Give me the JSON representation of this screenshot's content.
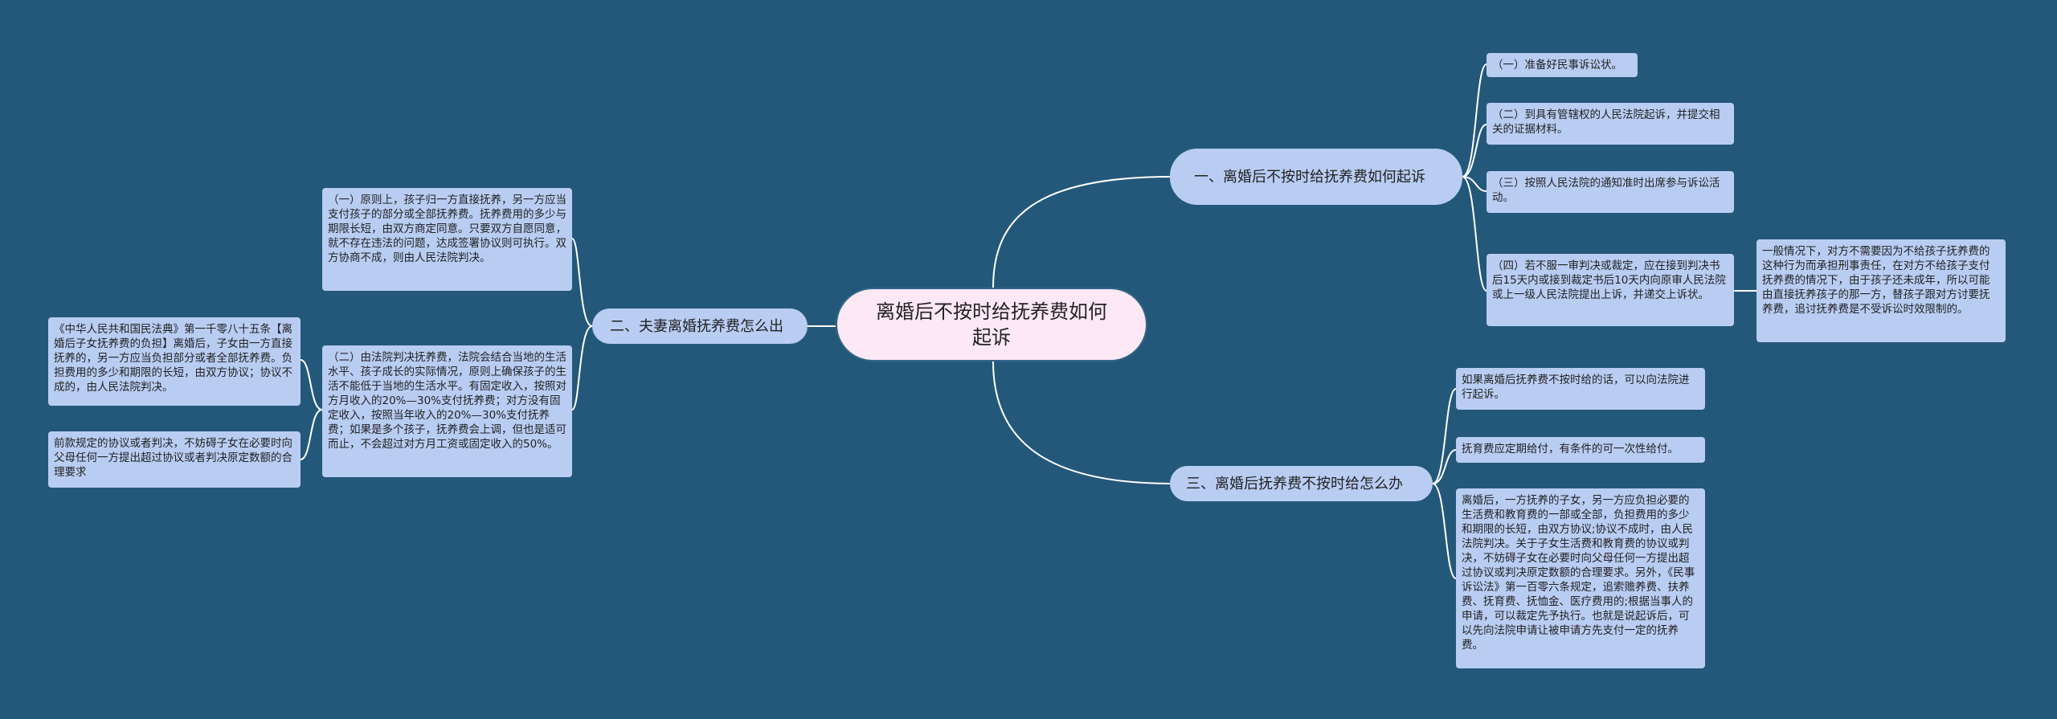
{
  "root": {
    "text": "离婚后不按时给抚养费如何起诉"
  },
  "branches": [
    {
      "text": "一、离婚后不按时给抚养费如何起诉",
      "children": [
        {
          "text": "（一）准备好民事诉讼状。"
        },
        {
          "text": "（二）到具有管辖权的人民法院起诉，并提交相关的证据材料。"
        },
        {
          "text": "（三）按照人民法院的通知准时出席参与诉讼活动。"
        },
        {
          "text": "（四）若不服一审判决或裁定，应在接到判决书后15天内或接到裁定书后10天内向原审人民法院或上一级人民法院提出上诉，并递交上诉状。",
          "children": [
            {
              "text": "一般情况下，对方不需要因为不给孩子抚养费的这种行为而承担刑事责任，在对方不给孩子支付抚养费的情况下，由于孩子还未成年，所以可能由直接抚养孩子的那一方，替孩子跟对方讨要抚养费，追讨抚养费是不受诉讼时效限制的。"
            }
          ]
        }
      ]
    },
    {
      "text": "二、夫妻离婚抚养费怎么出",
      "children": [
        {
          "text": "（一）原则上，孩子归一方直接抚养，另一方应当支付孩子的部分或全部抚养费。抚养费用的多少与期限长短，由双方商定同意。只要双方自愿同意，就不存在违法的问题，达成签署协议则可执行。双方协商不成，则由人民法院判决。"
        },
        {
          "text": "（二）由法院判决抚养费，法院会结合当地的生活水平、孩子成长的实际情况，原则上确保孩子的生活不能低于当地的生活水平。有固定收入，按照对方月收入的20%—30%支付抚养费；对方没有固定收入，按照当年收入的20%—30%支付抚养费；如果是多个孩子，抚养费会上调，但也是适可而止，不会超过对方月工资或固定收入的50%。",
          "children": [
            {
              "text": "《中华人民共和国民法典》第一千零八十五条【离婚后子女抚养费的负担】离婚后，子女由一方直接抚养的，另一方应当负担部分或者全部抚养费。负担费用的多少和期限的长短，由双方协议；协议不成的，由人民法院判决。"
            },
            {
              "text": "前款规定的协议或者判决，不妨碍子女在必要时向父母任何一方提出超过协议或者判决原定数额的合理要求"
            }
          ]
        }
      ]
    },
    {
      "text": "三、离婚后抚养费不按时给怎么办",
      "children": [
        {
          "text": "如果离婚后抚养费不按时给的话，可以向法院进行起诉。"
        },
        {
          "text": "抚育费应定期给付，有条件的可一次性给付。"
        },
        {
          "text": "离婚后，一方抚养的子女，另一方应负担必要的生活费和教育费的一部或全部，负担费用的多少和期限的长短，由双方协议;协议不成时，由人民法院判决。关于子女生活费和教育费的协议或判决，不妨碍子女在必要时向父母任何一方提出超过协议或判决原定数额的合理要求。另外，《民事诉讼法》第一百零六条规定，追索赡养费、扶养费、抚育费、抚恤金、医疗费用的;根据当事人的申请，可以裁定先予执行。也就是说起诉后，可以先向法院申请让被申请方先支付一定的抚养费。"
        }
      ]
    }
  ]
}
